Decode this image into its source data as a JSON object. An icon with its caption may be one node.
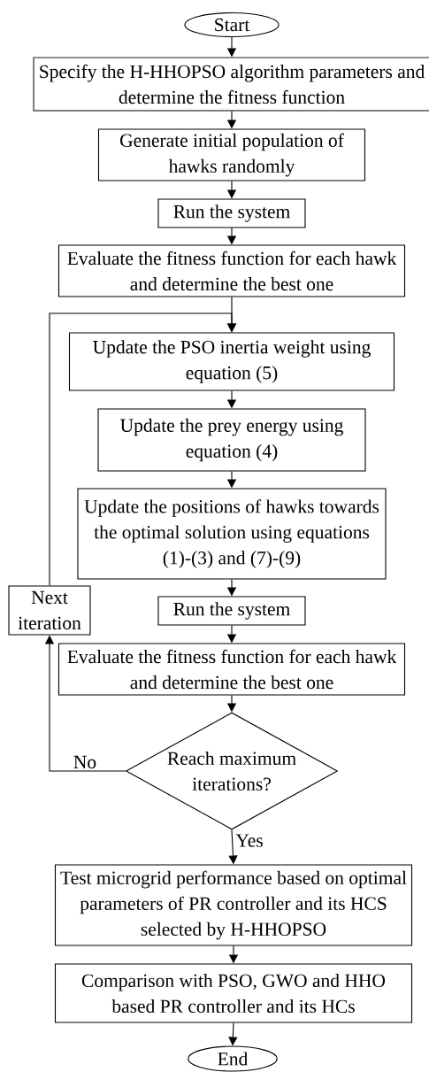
{
  "diagram": {
    "nodes": [
      {
        "text": [
          "Start"
        ]
      },
      {
        "text": [
          "Specify the H-HHOPSO algorithm parameters and determine the fitness function"
        ]
      },
      {
        "text": [
          "Generate initial population of hawks randomly"
        ]
      },
      {
        "text": [
          "Run the system"
        ]
      },
      {
        "text": [
          "Evaluate the fitness function for each hawk and determine the best one"
        ]
      },
      {
        "text": [
          "Update the PSO inertia weight using equation (5)"
        ]
      },
      {
        "text": [
          "Update the prey energy using equation (4)"
        ]
      },
      {
        "text": [
          "Update the positions of hawks towards the optimal solution using equations (1)-(3) and (7)-(9)"
        ]
      },
      {
        "text": [
          "Run the system"
        ]
      },
      {
        "text": [
          "Evaluate the fitness function for each hawk and determine the best one"
        ]
      },
      {
        "text": [
          "Next iteration"
        ]
      },
      {
        "text": [
          "Reach maximum iterations?"
        ]
      },
      {
        "text": [
          "Test microgrid performance based on optimal parameters of PR controller and its HCS selected by H-HHOPSO"
        ]
      },
      {
        "text": [
          "Comparison with PSO, GWO and HHO based PR controller and its HCs"
        ]
      },
      {
        "text": [
          "End"
        ]
      }
    ],
    "edges": [
      {
        "from": 0,
        "to": 1,
        "arrow": "to"
      },
      {
        "from": 1,
        "to": 2,
        "arrow": "to"
      },
      {
        "from": 2,
        "to": 3,
        "arrow": "to"
      },
      {
        "from": 3,
        "to": 4,
        "arrow": "to"
      },
      {
        "from": 4,
        "to": 5,
        "arrow": "to"
      },
      {
        "from": 5,
        "to": 6,
        "arrow": "to"
      },
      {
        "from": 6,
        "to": 7,
        "arrow": "to"
      },
      {
        "from": 7,
        "to": 8,
        "arrow": "to"
      },
      {
        "from": 8,
        "to": 9,
        "arrow": "to"
      },
      {
        "from": 9,
        "to": 11,
        "arrow": "to"
      },
      {
        "from": 11,
        "to": 10,
        "label": "No",
        "arrow": "to"
      },
      {
        "from": 10,
        "to": 5,
        "arrow": "to"
      },
      {
        "from": 11,
        "to": 12,
        "label": "Yes",
        "arrow": "to"
      },
      {
        "from": 12,
        "to": 13,
        "arrow": "to"
      },
      {
        "from": 13,
        "to": 14,
        "arrow": "to"
      }
    ]
  }
}
